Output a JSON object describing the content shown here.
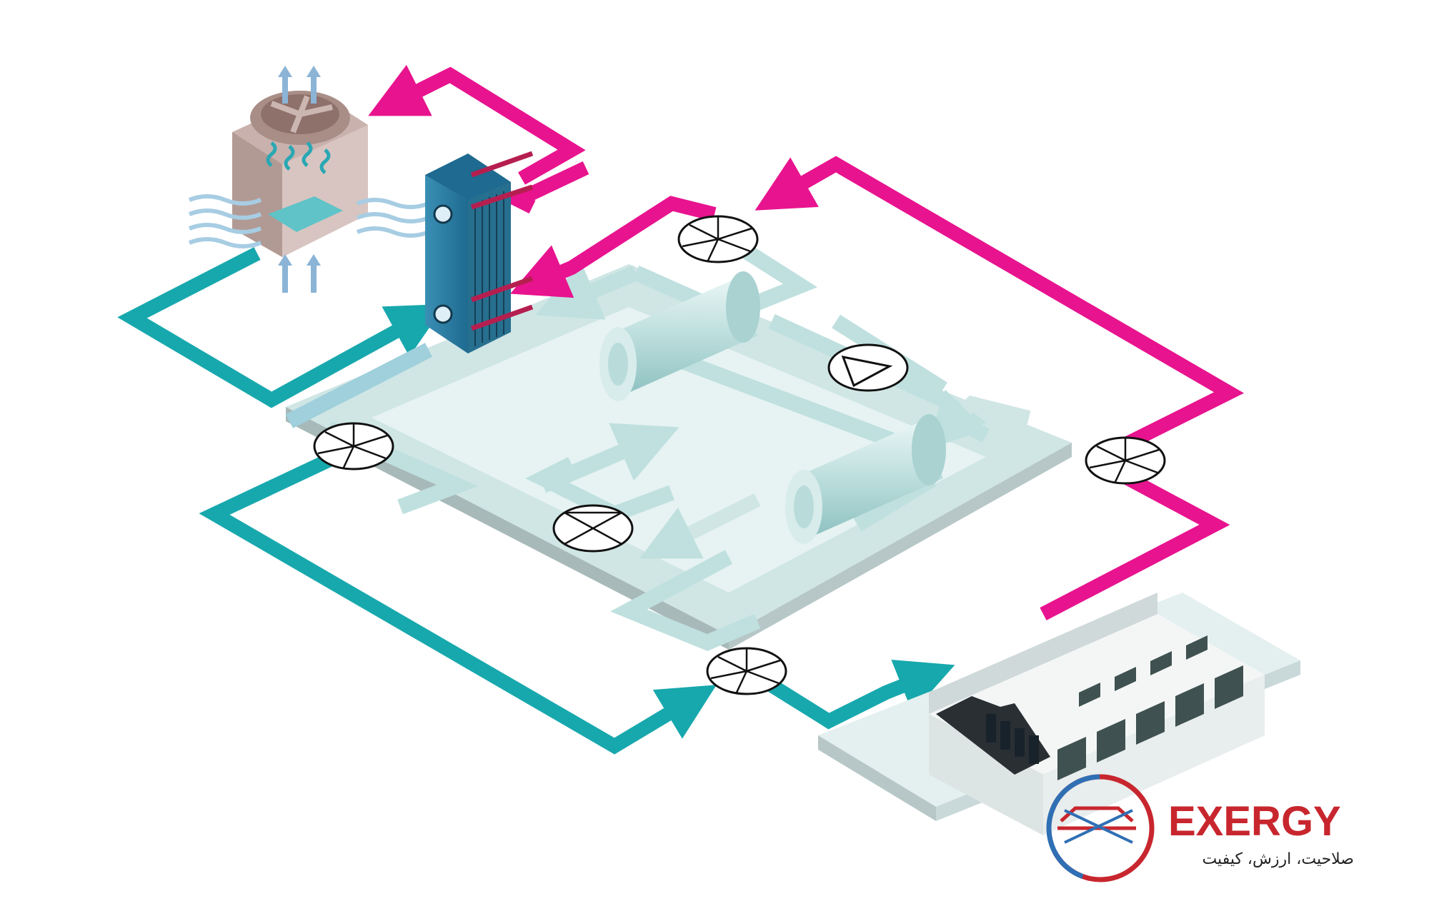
{
  "brand": {
    "name": "EXERGY",
    "tagline": "صلاحیت، ارزش، کیفیت"
  },
  "colors": {
    "magenta": "#e8138e",
    "teal": "#17a8ad",
    "pale_teal": "#bfe0df",
    "slab": "#dcefee",
    "brand_red": "#c8262e",
    "brand_blue": "#2f6fb4",
    "hx_blue": "#2e7fa5",
    "tower": "#c9b2ad"
  },
  "components": {
    "cooling_tower": "cooling-tower",
    "heat_exchanger": "plate-heat-exchanger",
    "chillers": [
      "chiller-1",
      "chiller-2"
    ],
    "valves": [
      "valve-top",
      "valve-left",
      "valve-right",
      "valve-bottom",
      "valve-mid"
    ],
    "pump": "pump",
    "building": "data-center"
  }
}
